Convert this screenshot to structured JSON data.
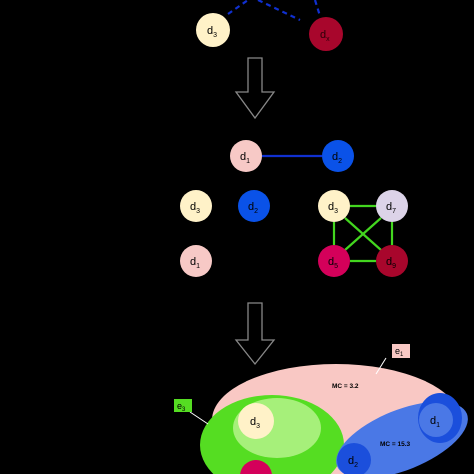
{
  "colors": {
    "background": "#000000",
    "cream": "#fff2c8",
    "blue": "#0a52e8",
    "crimson": "#a8062c",
    "magenta": "#d4005a",
    "pink": "#f7c9c6",
    "lavender": "#dcd3e8",
    "green_edge": "#43d61f",
    "blue_edge": "#1030d0",
    "hull_e1": "#f9c8c4",
    "hull_e3": "#55dd22",
    "hull_inner_green": "#a6f07a",
    "hull_blue": "#4a78e6",
    "inner_blue_ellipse": "#1b4fdc"
  },
  "top": {
    "d3": {
      "main": "d",
      "sub": "3"
    },
    "dright": {
      "main": "d",
      "sub": "x"
    }
  },
  "middle": {
    "d1_top": {
      "main": "d",
      "sub": "1"
    },
    "d2_top": {
      "main": "d",
      "sub": "2"
    },
    "d3_left": {
      "main": "d",
      "sub": "3"
    },
    "d2_mid": {
      "main": "d",
      "sub": "2"
    },
    "d1_left": {
      "main": "d",
      "sub": "1"
    },
    "d3_right": {
      "main": "d",
      "sub": "3"
    },
    "d7": {
      "main": "d",
      "sub": "7"
    },
    "d5": {
      "main": "d",
      "sub": "5"
    },
    "d9": {
      "main": "d",
      "sub": "9"
    }
  },
  "bottom": {
    "e1_tag": {
      "main": "e",
      "sub": "1"
    },
    "e3_tag": {
      "main": "e",
      "sub": "3"
    },
    "mc_top": "MC = 3.2",
    "mc_right": "MC = 15.3",
    "d3_inner": {
      "main": "d",
      "sub": "3"
    },
    "d1_inner": {
      "main": "d",
      "sub": "1"
    },
    "d2_inner": {
      "main": "d",
      "sub": "2"
    }
  }
}
